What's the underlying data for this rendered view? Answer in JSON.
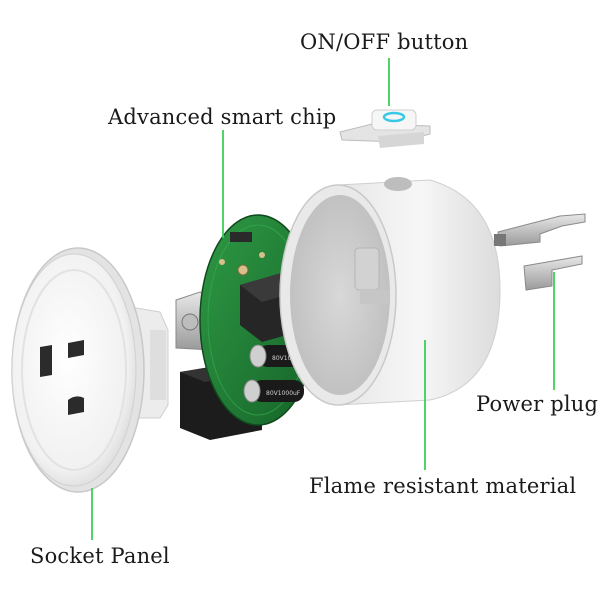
{
  "labels": {
    "on_off_button": "ON/OFF button",
    "advanced_smart_chip": "Advanced smart chip",
    "power_plug": "Power plug",
    "flame_resistant_material": "Flame resistant material",
    "socket_panel": "Socket Panel"
  },
  "component_markings": {
    "capacitor_text": "80V1000uF"
  },
  "colors": {
    "leader_line": "#3ccf5a",
    "pcb_green": "#1f7d34",
    "shell_white": "#f2f2f2",
    "button_glow": "#39c9e6"
  }
}
